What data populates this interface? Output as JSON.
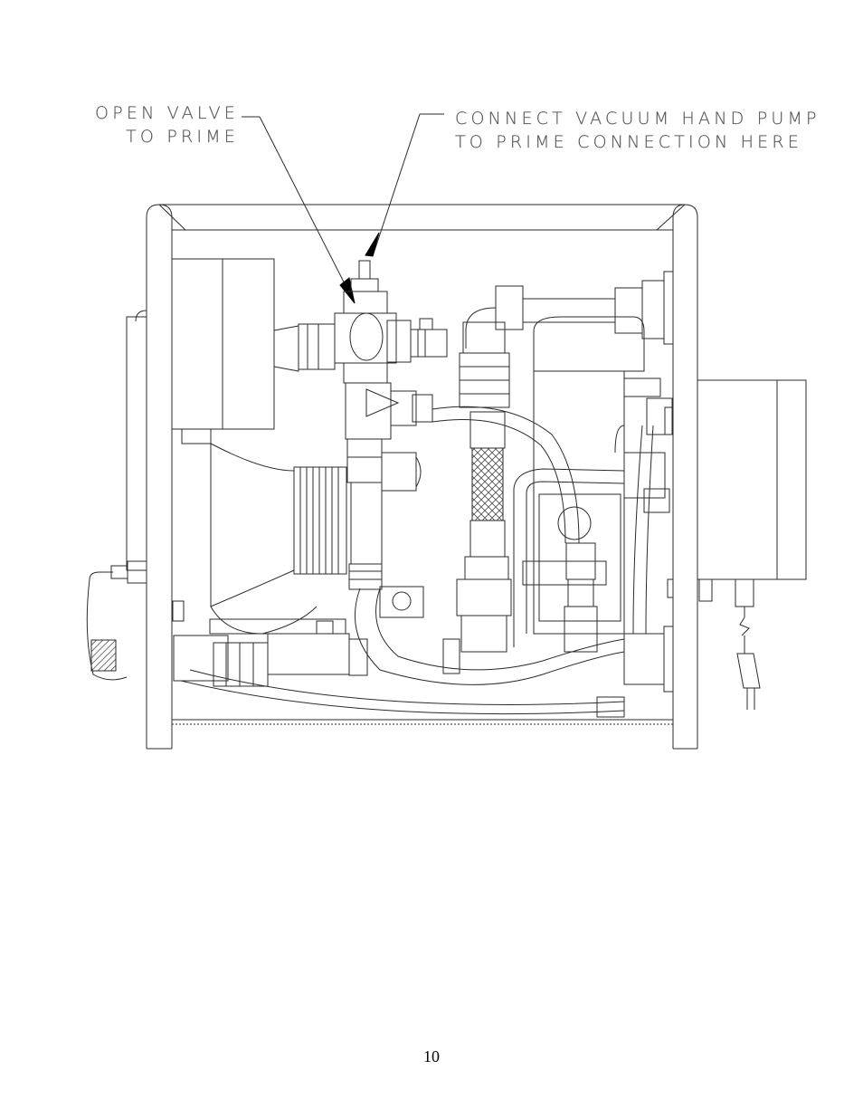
{
  "callouts": {
    "valve": {
      "line1": "OPEN VALVE",
      "line2": "TO PRIME"
    },
    "pump": {
      "line1": "CONNECT VACUUM HAND PUMP",
      "line2": "TO PRIME CONNECTION HERE"
    }
  },
  "page_number": "10",
  "colors": {
    "line": "#2b2b2b",
    "callout_text": "#555555",
    "crosshatch": "#333333"
  }
}
